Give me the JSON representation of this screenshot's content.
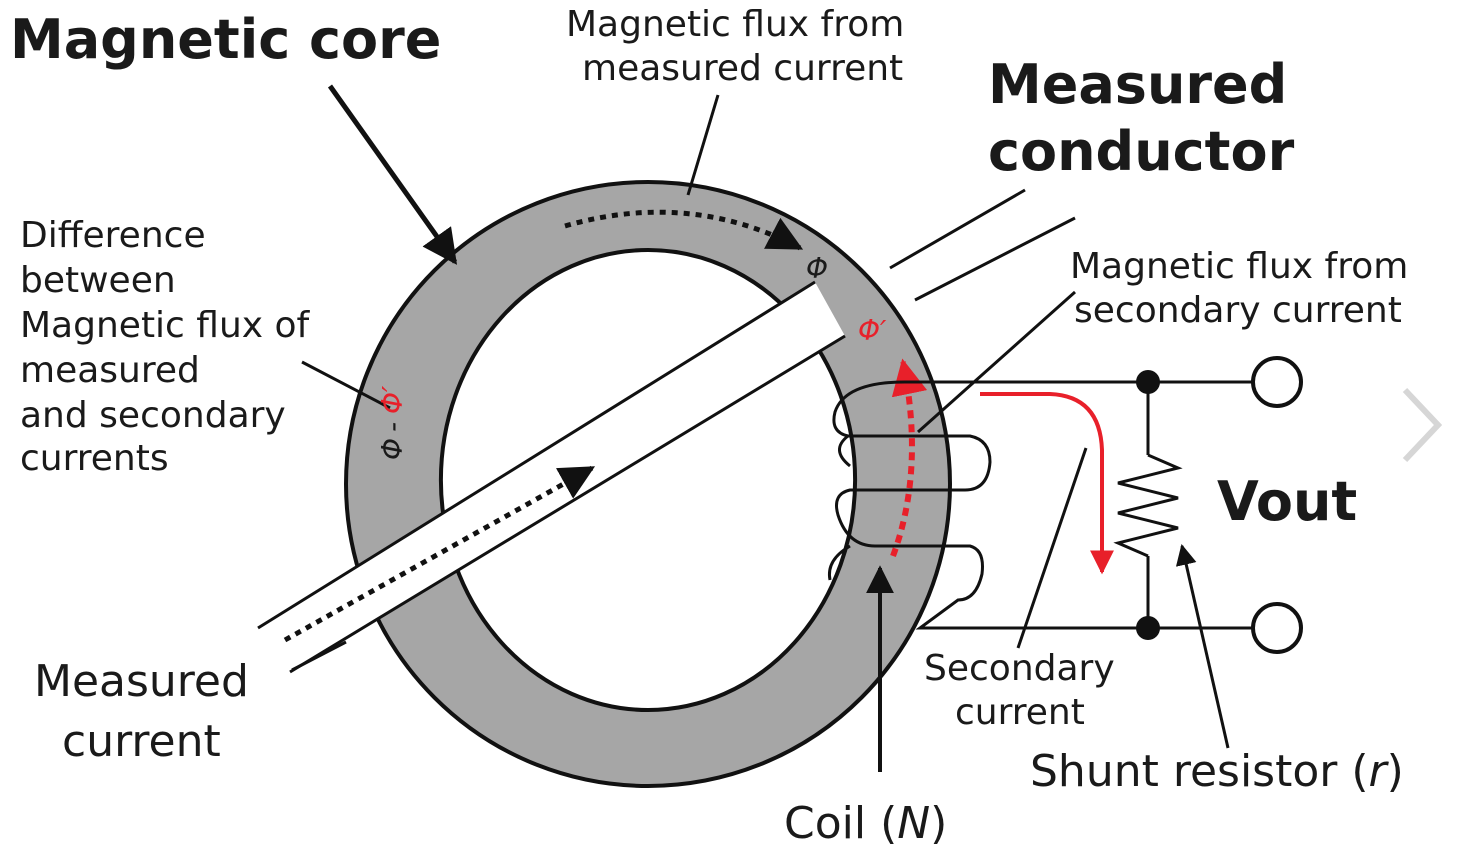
{
  "labels": {
    "magnetic_core": "Magnetic core",
    "flux_measured_line1": "Magnetic flux from",
    "flux_measured_line2": "measured current",
    "measured_conductor_line1": "Measured",
    "measured_conductor_line2": "conductor",
    "difference_lines": [
      "Difference",
      "between",
      "Magnetic flux of",
      "measured",
      "and secondary",
      "currents"
    ],
    "flux_secondary_line1": "Magnetic flux from",
    "flux_secondary_line2": "secondary current",
    "vout": "Vout",
    "measured_current_line1": "Measured",
    "measured_current_line2": "current",
    "secondary_current_line1": "Secondary",
    "secondary_current_line2": "current",
    "shunt_resistor": "Shunt resistor (",
    "shunt_symbol": "r",
    "shunt_close": ")",
    "coil": "Coil (",
    "coil_symbol": "N",
    "coil_close": ")",
    "phi": "Φ",
    "phi_prime": "Φ′",
    "phi_diff_a": "Φ",
    "phi_diff_b": "-",
    "phi_diff_c": "Φ′"
  },
  "icons": {
    "next": "chevron-right-icon"
  },
  "colors": {
    "core_fill": "#a6a6a6",
    "red_accent": "#e8202a",
    "line": "#111111"
  }
}
